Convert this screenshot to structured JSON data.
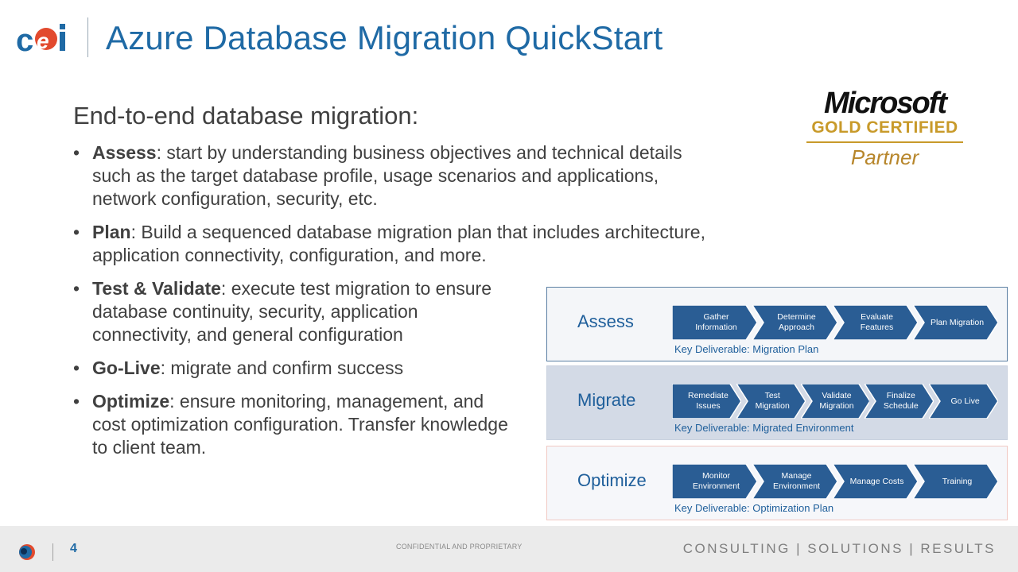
{
  "header": {
    "logo_text": "cei",
    "title": "Azure Database Migration QuickStart"
  },
  "badge": {
    "brand": "Microsoft",
    "level": "GOLD CERTIFIED",
    "partner": "Partner"
  },
  "content": {
    "subtitle": "End-to-end database migration:",
    "bullets": [
      {
        "term": "Assess",
        "text": ": start by understanding business objectives and technical details such as the target database profile, usage scenarios and applications, network configuration, security, etc."
      },
      {
        "term": "Plan",
        "text": ": Build a sequenced database migration plan that includes architecture, application connectivity, configuration, and more."
      },
      {
        "term": "Test & Validate",
        "text": ": execute test migration to ensure database continuity, security, application connectivity, and general configuration"
      },
      {
        "term": "Go-Live",
        "text": ": migrate and confirm success"
      },
      {
        "term": "Optimize",
        "text": ": ensure monitoring, management, and cost optimization configuration. Transfer knowledge to client team."
      }
    ]
  },
  "process": [
    {
      "phase": "Assess",
      "deliverable": "Key Deliverable: Migration Plan",
      "steps": [
        "Gather Information",
        "Determine Approach",
        "Evaluate Features",
        "Plan Migration"
      ]
    },
    {
      "phase": "Migrate",
      "deliverable": "Key Deliverable: Migrated Environment",
      "steps": [
        "Remediate Issues",
        "Test Migration",
        "Validate Migration",
        "Finalize Schedule",
        "Go Live"
      ]
    },
    {
      "phase": "Optimize",
      "deliverable": "Key Deliverable: Optimization Plan",
      "steps": [
        "Monitor Environment",
        "Manage Environment",
        "Manage Costs",
        "Training"
      ]
    }
  ],
  "footer": {
    "page_number": "4",
    "confidential": "CONFIDENTIAL AND PROPRIETARY",
    "tagline": "CONSULTING | SOLUTIONS | RESULTS"
  },
  "colors": {
    "accent": "#1f6aa5",
    "arrow_fill": "#2a5d94",
    "gold": "#c89a2a"
  },
  "icons": [
    "cei-logo",
    "footer-logo-dot"
  ]
}
